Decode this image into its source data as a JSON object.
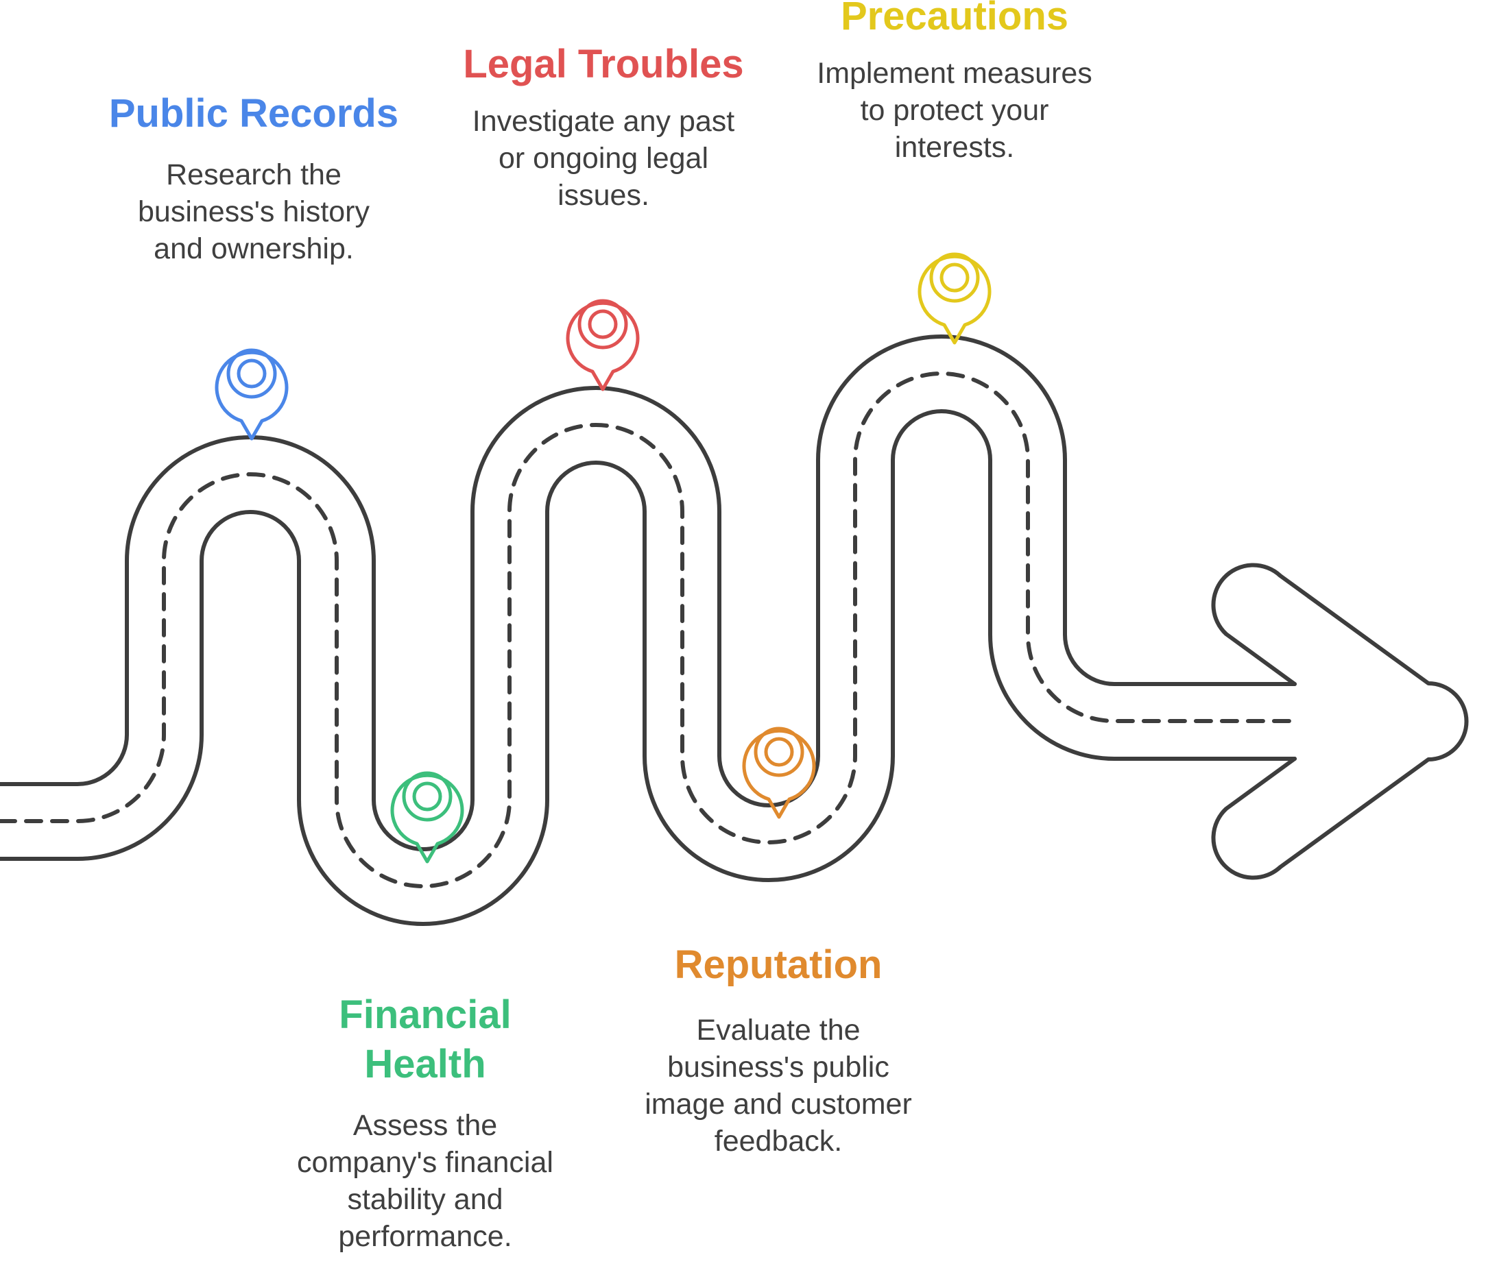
{
  "steps": [
    {
      "title": "Public Records",
      "description": "Research the business's history and ownership.",
      "color": "#4a86e8",
      "icon": "location-pin-icon"
    },
    {
      "title": "Financial Health",
      "description": "Assess the company's financial stability and performance.",
      "color": "#3cbf7c",
      "icon": "location-pin-icon"
    },
    {
      "title": "Legal Troubles",
      "description": "Investigate any past or ongoing legal issues.",
      "color": "#e05252",
      "icon": "location-pin-icon"
    },
    {
      "title": "Reputation",
      "description": "Evaluate the business's public image and customer feedback.",
      "color": "#e08a2e",
      "icon": "location-pin-icon"
    },
    {
      "title": "Precautions",
      "description": "Implement measures to protect your interests.",
      "color": "#e3c81c",
      "icon": "location-pin-icon"
    }
  ],
  "road": {
    "stroke_color": "#3d3d3d",
    "icon": "winding-road-arrow-icon"
  }
}
